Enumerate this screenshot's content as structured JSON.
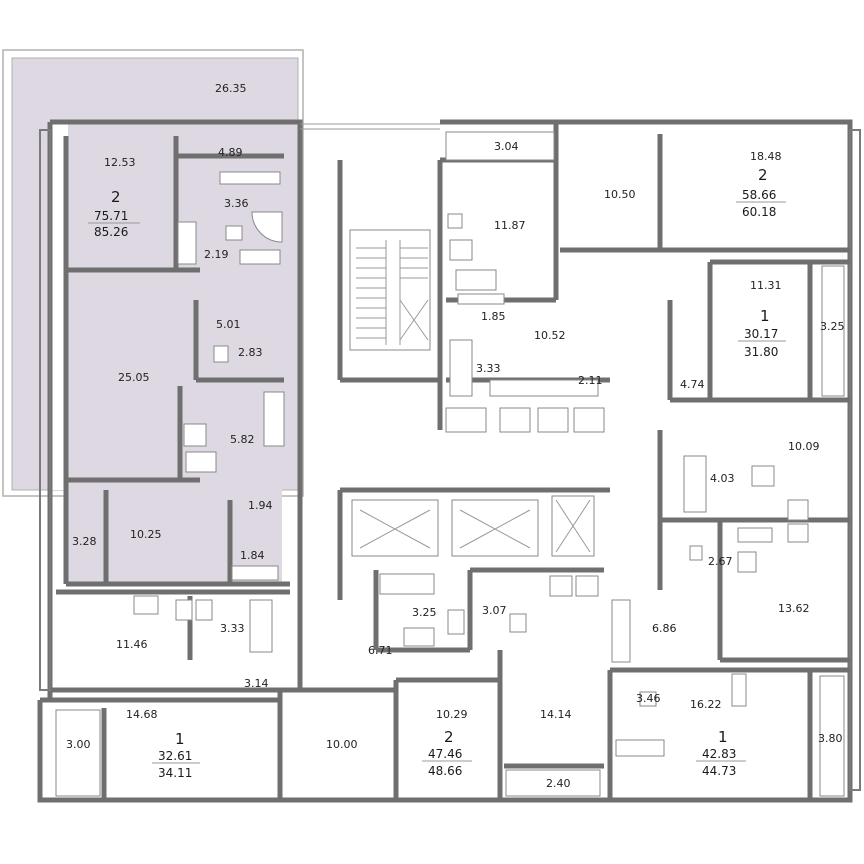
{
  "colors": {
    "highlight": "#ddd8e2",
    "wall": "#6f6f6f",
    "line": "#9a9a9a",
    "text": "#222222"
  },
  "rooms": [
    {
      "id": "terrace",
      "label": "26.35"
    },
    {
      "id": "a1-living",
      "label": "12.53"
    },
    {
      "id": "a1-hall",
      "label": "4.89"
    },
    {
      "id": "a1-bath",
      "label": "3.36"
    },
    {
      "id": "a1-corr",
      "label": "2.19"
    },
    {
      "id": "a1-wc",
      "label": "5.01"
    },
    {
      "id": "a1-wc2",
      "label": "2.83"
    },
    {
      "id": "a1-big",
      "label": "25.05"
    },
    {
      "id": "a1-kitchen",
      "label": "5.82"
    },
    {
      "id": "a1-corr2",
      "label": "1.94"
    },
    {
      "id": "a1-corr3",
      "label": "1.84"
    },
    {
      "id": "a1-closet",
      "label": "3.28"
    },
    {
      "id": "a1-bed",
      "label": "10.25"
    },
    {
      "id": "a2-kitchen",
      "label": "11.46"
    },
    {
      "id": "a2-bath",
      "label": "3.33"
    },
    {
      "id": "a2-hall",
      "label": "3.14"
    },
    {
      "id": "a2-room",
      "label": "14.68"
    },
    {
      "id": "a2-balcony",
      "label": "3.00"
    },
    {
      "id": "a3-room",
      "label": "10.00"
    },
    {
      "id": "a3-bath",
      "label": "3.25"
    },
    {
      "id": "a3-hall",
      "label": "6.71"
    },
    {
      "id": "a3-room2",
      "label": "10.29"
    },
    {
      "id": "a3-bath2",
      "label": "3.07"
    },
    {
      "id": "a3-kitchen",
      "label": "14.14"
    },
    {
      "id": "a3-balcony",
      "label": "2.40"
    },
    {
      "id": "a4-balcony",
      "label": "3.04"
    },
    {
      "id": "a4-kitchen",
      "label": "11.87"
    },
    {
      "id": "a4-wc",
      "label": "1.85"
    },
    {
      "id": "a4-hall",
      "label": "10.52"
    },
    {
      "id": "a4-bath",
      "label": "3.33"
    },
    {
      "id": "a4-closet",
      "label": "2.11"
    },
    {
      "id": "a4-room",
      "label": "10.50"
    },
    {
      "id": "a4-room2",
      "label": "18.48"
    },
    {
      "id": "a5-room",
      "label": "11.31"
    },
    {
      "id": "a5-balcony",
      "label": "3.25"
    },
    {
      "id": "a5-hall",
      "label": "4.74"
    },
    {
      "id": "a5-bath",
      "label": "4.03"
    },
    {
      "id": "a5-kitchen",
      "label": "10.09"
    },
    {
      "id": "a6-bath",
      "label": "2.67"
    },
    {
      "id": "a6-room",
      "label": "13.62"
    },
    {
      "id": "a6-hall",
      "label": "6.86"
    },
    {
      "id": "a6-bath2",
      "label": "3.46"
    },
    {
      "id": "a6-kitchen",
      "label": "16.22"
    },
    {
      "id": "a6-balcony",
      "label": "3.80"
    }
  ],
  "apartments": [
    {
      "id": "apt-a",
      "rooms": "2",
      "living": "75.71",
      "total": "85.26"
    },
    {
      "id": "apt-b",
      "rooms": "1",
      "living": "32.61",
      "total": "34.11"
    },
    {
      "id": "apt-c",
      "rooms": "2",
      "living": "47.46",
      "total": "48.66"
    },
    {
      "id": "apt-d",
      "rooms": "2",
      "living": "58.66",
      "total": "60.18"
    },
    {
      "id": "apt-e",
      "rooms": "1",
      "living": "30.17",
      "total": "31.80"
    },
    {
      "id": "apt-f",
      "rooms": "1",
      "living": "42.83",
      "total": "44.73"
    }
  ]
}
